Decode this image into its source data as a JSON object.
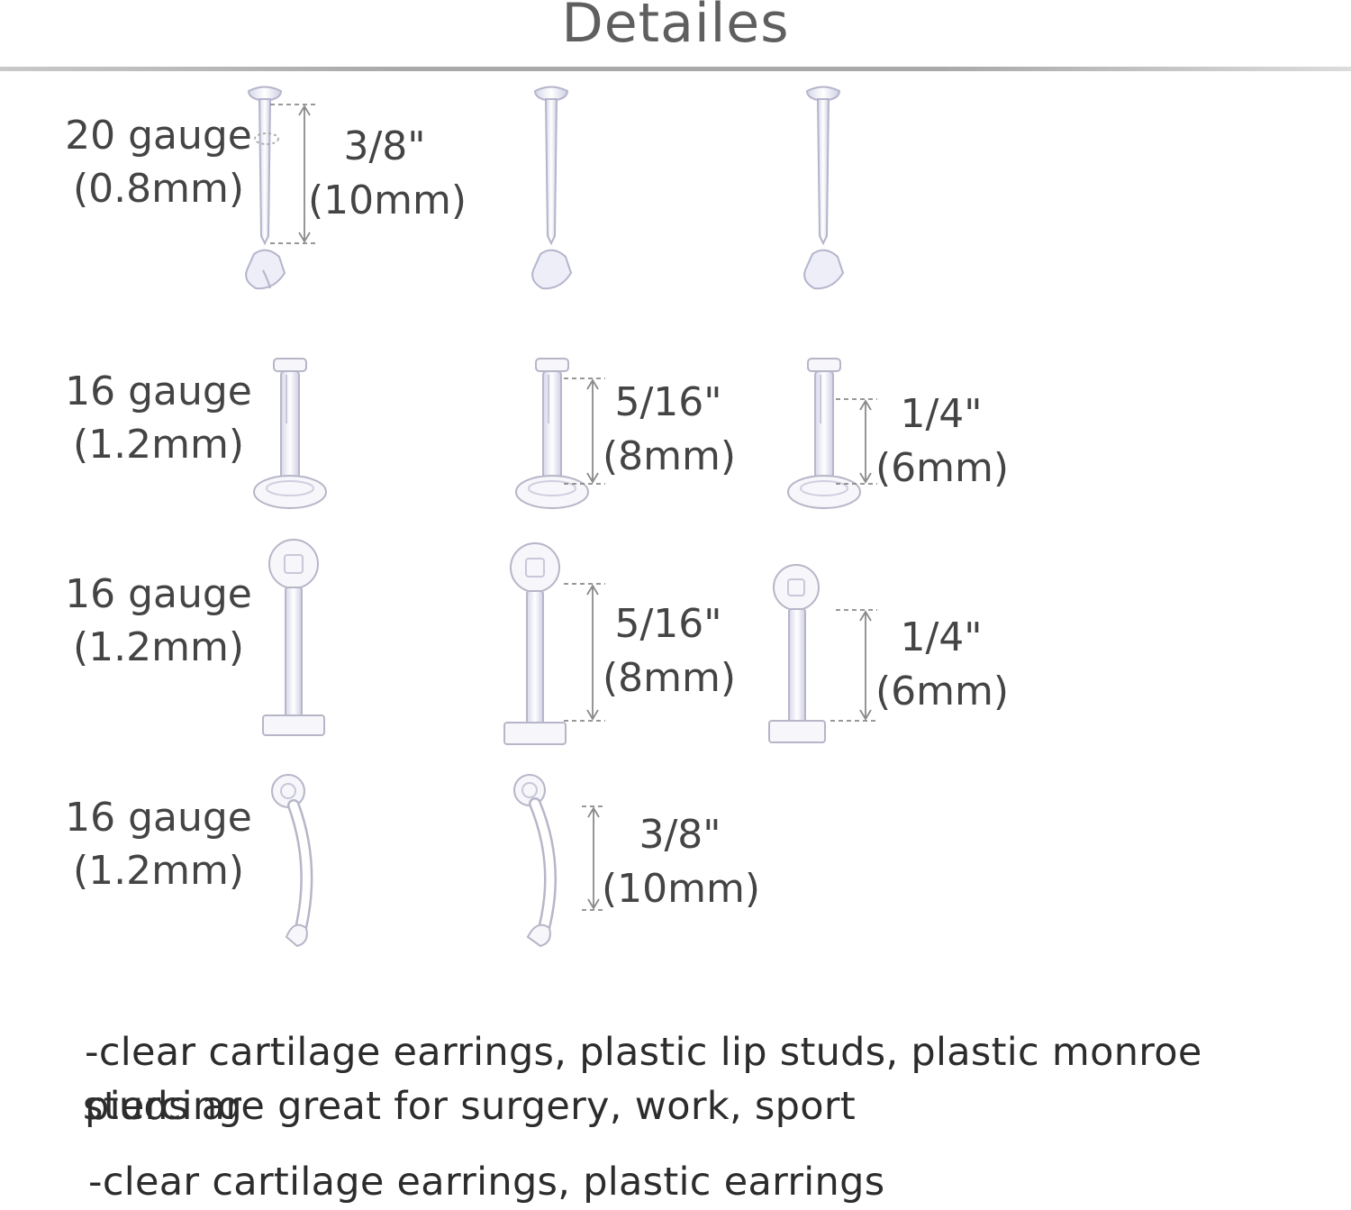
{
  "title": "Detailes",
  "rows": [
    {
      "gauge": "20 gauge",
      "mm": "(0.8mm)",
      "product": "flat disc back labret with clip back",
      "dims": [
        {
          "fraction": "3/8\"",
          "metric": "(10mm)"
        }
      ]
    },
    {
      "gauge": "16 gauge",
      "mm": "(1.2mm)",
      "product": "flat top labret",
      "dims": [
        {
          "fraction": "5/16\"",
          "metric": "(8mm)"
        },
        {
          "fraction": "1/4\"",
          "metric": "(6mm)"
        }
      ]
    },
    {
      "gauge": "16 gauge",
      "mm": "(1.2mm)",
      "product": "ball top labret",
      "dims": [
        {
          "fraction": "5/16\"",
          "metric": "(8mm)"
        },
        {
          "fraction": "1/4\"",
          "metric": "(6mm)"
        }
      ]
    },
    {
      "gauge": "16 gauge",
      "mm": "(1.2mm)",
      "product": "curved barbell",
      "dims": [
        {
          "fraction": "3/8\"",
          "metric": "(10mm)"
        }
      ]
    }
  ],
  "description": {
    "line1": "-clear cartilage earrings, plastic lip studs, plastic monroe piercing",
    "line2": "studs are great for surgery, work, sport",
    "line3": "-clear cartilage earrings, plastic  earrings"
  },
  "colors": {
    "text": "#444444",
    "title": "#5f5f5f",
    "outline": "#b8b8d0",
    "dimension": "#8a8a8a"
  }
}
